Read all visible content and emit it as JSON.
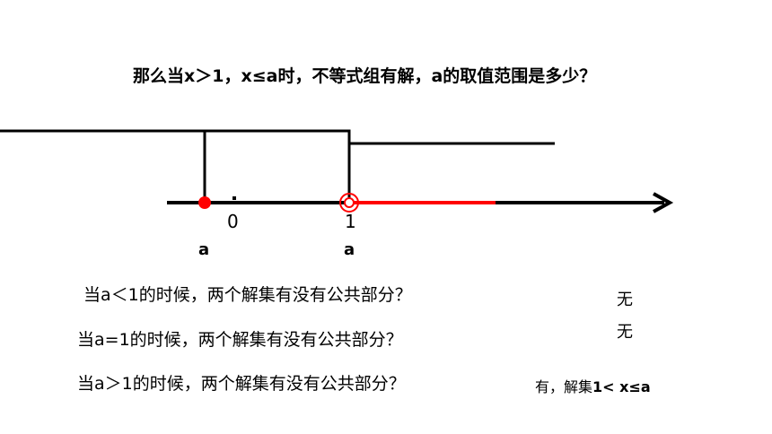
{
  "title": "那么当x＞1，x≤a时，不等式组有解，a的取值范围是多少？",
  "number_line": {
    "tick_0": "0",
    "tick_1": "1",
    "point_a_left_label": "a",
    "point_a_right_label": "a",
    "colors": {
      "axis": "#000000",
      "highlight": "#ff0000"
    }
  },
  "questions": [
    {
      "text": "当a＜1的时候，两个解集有没有公共部分？",
      "answer": "无"
    },
    {
      "text": "当a=1的时候，两个解集有没有公共部分？",
      "answer": "无"
    },
    {
      "text": "当a＞1的时候，两个解集有没有公共部分？",
      "answer_prefix": "有，解集",
      "answer_math": "1< x≤a"
    }
  ]
}
